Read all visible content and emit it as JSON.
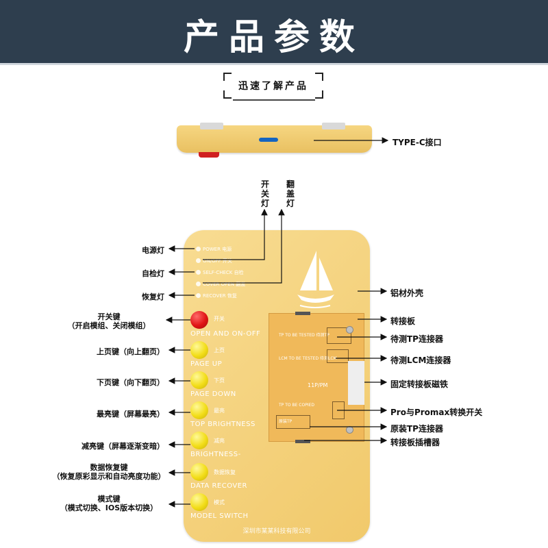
{
  "header": {
    "title": "产品参数"
  },
  "subtitle": "迅速了解产品",
  "side": {
    "port_label": "TYPE-C接口"
  },
  "top_labels": {
    "switch_light": "开关灯",
    "cover_light": "翻盖灯"
  },
  "leds": [
    {
      "label": "POWER 电源"
    },
    {
      "label": "ON/OFF 开关"
    },
    {
      "label": "SELF-CHECK 自检"
    },
    {
      "label": "COVER OPEN 翻盖"
    },
    {
      "label": "RECOVER 恢复"
    }
  ],
  "left_labels": {
    "power_light": "电源灯",
    "selfcheck_light": "自检灯",
    "recover_light": "恢复灯",
    "power_key_1": "开关键",
    "power_key_2": "（开启模组、关闭模组）",
    "page_up": "上页键（向上翻页）",
    "page_down": "下页键（向下翻页）",
    "brightest": "最亮键（屏幕最亮）",
    "dimmer": "减亮键（屏幕逐渐变暗）",
    "restore_1": "数据恢复键",
    "restore_2": "（恢复原彩显示和自动亮度功能）",
    "mode_1": "模式键",
    "mode_2": "（模式切换、IOS版本切换）"
  },
  "keys": [
    {
      "cn": "开关",
      "en": "OPEN AND ON-OFF"
    },
    {
      "cn": "上页",
      "en": "PAGE UP"
    },
    {
      "cn": "下页",
      "en": "PAGE DOWN"
    },
    {
      "cn": "最亮",
      "en": "TOP BRIGHTNESS"
    },
    {
      "cn": "减亮",
      "en": "BRIGHTNESS-"
    },
    {
      "cn": "数据恢复",
      "en": "DATA RECOVER"
    },
    {
      "cn": "模式",
      "en": "MODEL SWITCH"
    }
  ],
  "device_footer": "深圳市某某科技有限公司",
  "board": {
    "tp_test": "TP TO BE TESTED 待测TP",
    "lcm_test": "LCM TO BE TESTED 待测LCM",
    "model": "11P/PM",
    "tp_copied": "TP TO BE COPIED",
    "orig_tp": "原装TP"
  },
  "right_labels": {
    "shell": "铝材外壳",
    "adapter_board": "转接板",
    "tp_connector": "待测TP连接器",
    "lcm_connector": "待测LCM连接器",
    "magnet": "固定转接板磁铁",
    "pro_switch": "Pro与Promax转换开关",
    "orig_tp_connector": "原装TP连接器",
    "slot": "转接板插槽器"
  }
}
